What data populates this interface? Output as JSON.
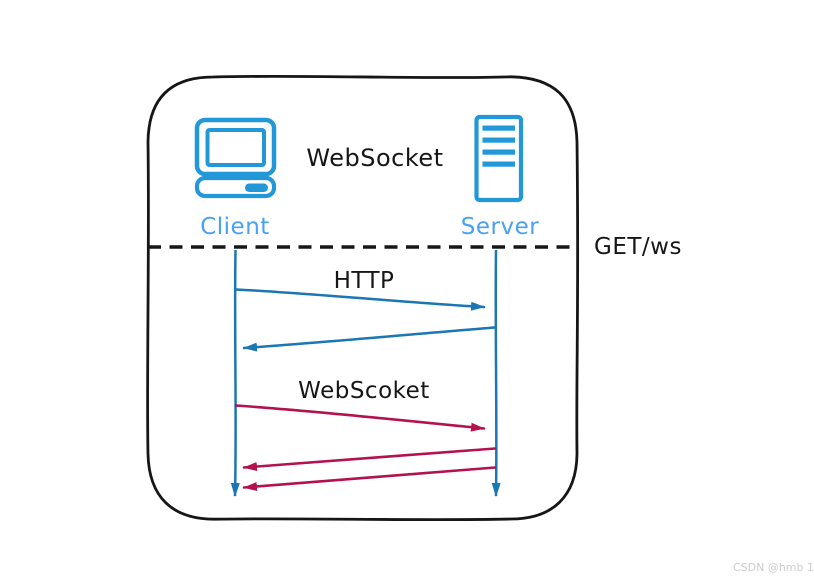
{
  "diagram": {
    "title": "WebSocket",
    "nodes": {
      "client": {
        "label": "Client",
        "icon": "desktop-computer-icon"
      },
      "server": {
        "label": "Server",
        "icon": "server-tower-icon"
      }
    },
    "boundary_label": "GET/ws",
    "sections": {
      "http": {
        "label": "HTTP"
      },
      "websocket": {
        "label": "WebScoket"
      }
    },
    "messages": [
      {
        "section": "HTTP",
        "from": "Client",
        "to": "Server",
        "color": "blue"
      },
      {
        "section": "HTTP",
        "from": "Server",
        "to": "Client",
        "color": "blue"
      },
      {
        "section": "WebScoket",
        "from": "Client",
        "to": "Server",
        "color": "red"
      },
      {
        "section": "WebScoket",
        "from": "Server",
        "to": "Client",
        "color": "red"
      },
      {
        "section": "WebScoket",
        "from": "Server",
        "to": "Client",
        "color": "red"
      }
    ]
  },
  "watermark": "CSDN @hmb 1",
  "colors": {
    "icon_blue": "#2398d8",
    "label_blue": "#4aa0f3",
    "line_blue": "#1b76b4",
    "message_red": "#b2124f",
    "ink": "#161616",
    "watermark_gray": "#cccccc"
  }
}
